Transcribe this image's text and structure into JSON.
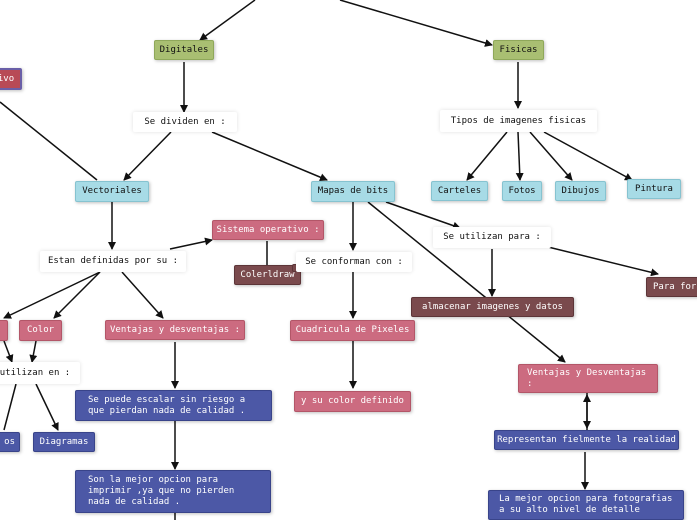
{
  "nodes": {
    "digitales": "Digitales",
    "fisicas": "Fisicas",
    "red_cut": "ivo",
    "se_dividen": "Se dividen en :",
    "tipos": "Tipos de imagenes fisicas",
    "vectoriales": "Vectoriales",
    "mapas": "Mapas de bits",
    "carteles": "Carteles",
    "fotos": "Fotos",
    "dibujos": "Dibujos",
    "pintura": "Pintura",
    "sistema": "Sistema operativo :",
    "corel": "Colerldraw",
    "definidas": "Estan definidas por su :",
    "conforman": "Se conforman con :",
    "utilizan_para": "Se utilizan para :",
    "para_for": "Para for",
    "color": "Color",
    "ventajas_desv": "Ventajas y desventajas :",
    "almacenar": "almacenar imagenes y datos",
    "cuadricula": "Cuadricula de Pixeles",
    "utilizan_en": "utilizan en :",
    "escalar": "Se puede escalar sin riesgo a que pierdan nada de calidad .",
    "su_color": "y su color definido",
    "ventajas_desv2": "Ventajas y Desventajas :",
    "os_cut": "os",
    "diagramas": "Diagramas",
    "representan": "Representan fielmente la realidad",
    "mejor_imprimir": "Son la mejor opcion para imprimir ,ya que no pierden nada de calidad .",
    "mejor_fotos": "La mejor opcion para fotografias a su alto nivel de detalle"
  },
  "colors": {
    "green": "#a9bf72",
    "cyan": "#a7dbe6",
    "pink": "#cc6b80",
    "purple": "#4c58a6",
    "brown": "#7a4a4d",
    "red": "#b84a56",
    "edge": "#111111"
  }
}
